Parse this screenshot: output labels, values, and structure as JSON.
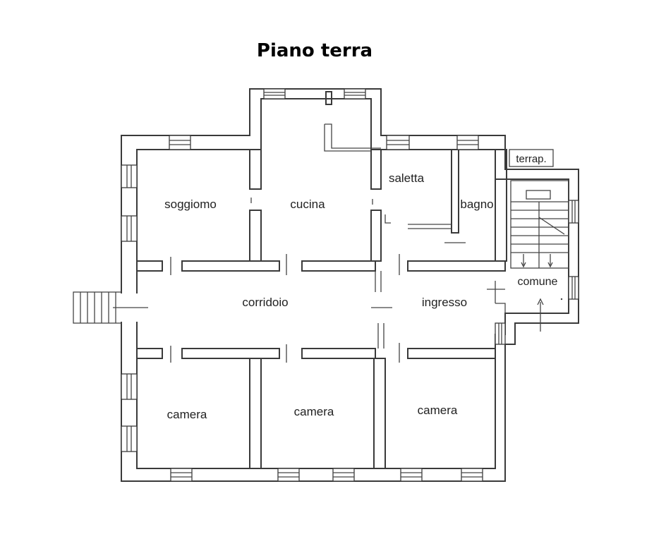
{
  "title": "Piano terra",
  "rooms": {
    "soggiorno": "soggiomo",
    "cucina": "cucina",
    "saletta": "saletta",
    "bagno": "bagno",
    "terrapieno": "terrap.",
    "comune": "comune",
    "corridoio": "corridoio",
    "ingresso": "ingresso",
    "camera_left": "camera",
    "camera_mid": "camera",
    "camera_right": "camera"
  }
}
